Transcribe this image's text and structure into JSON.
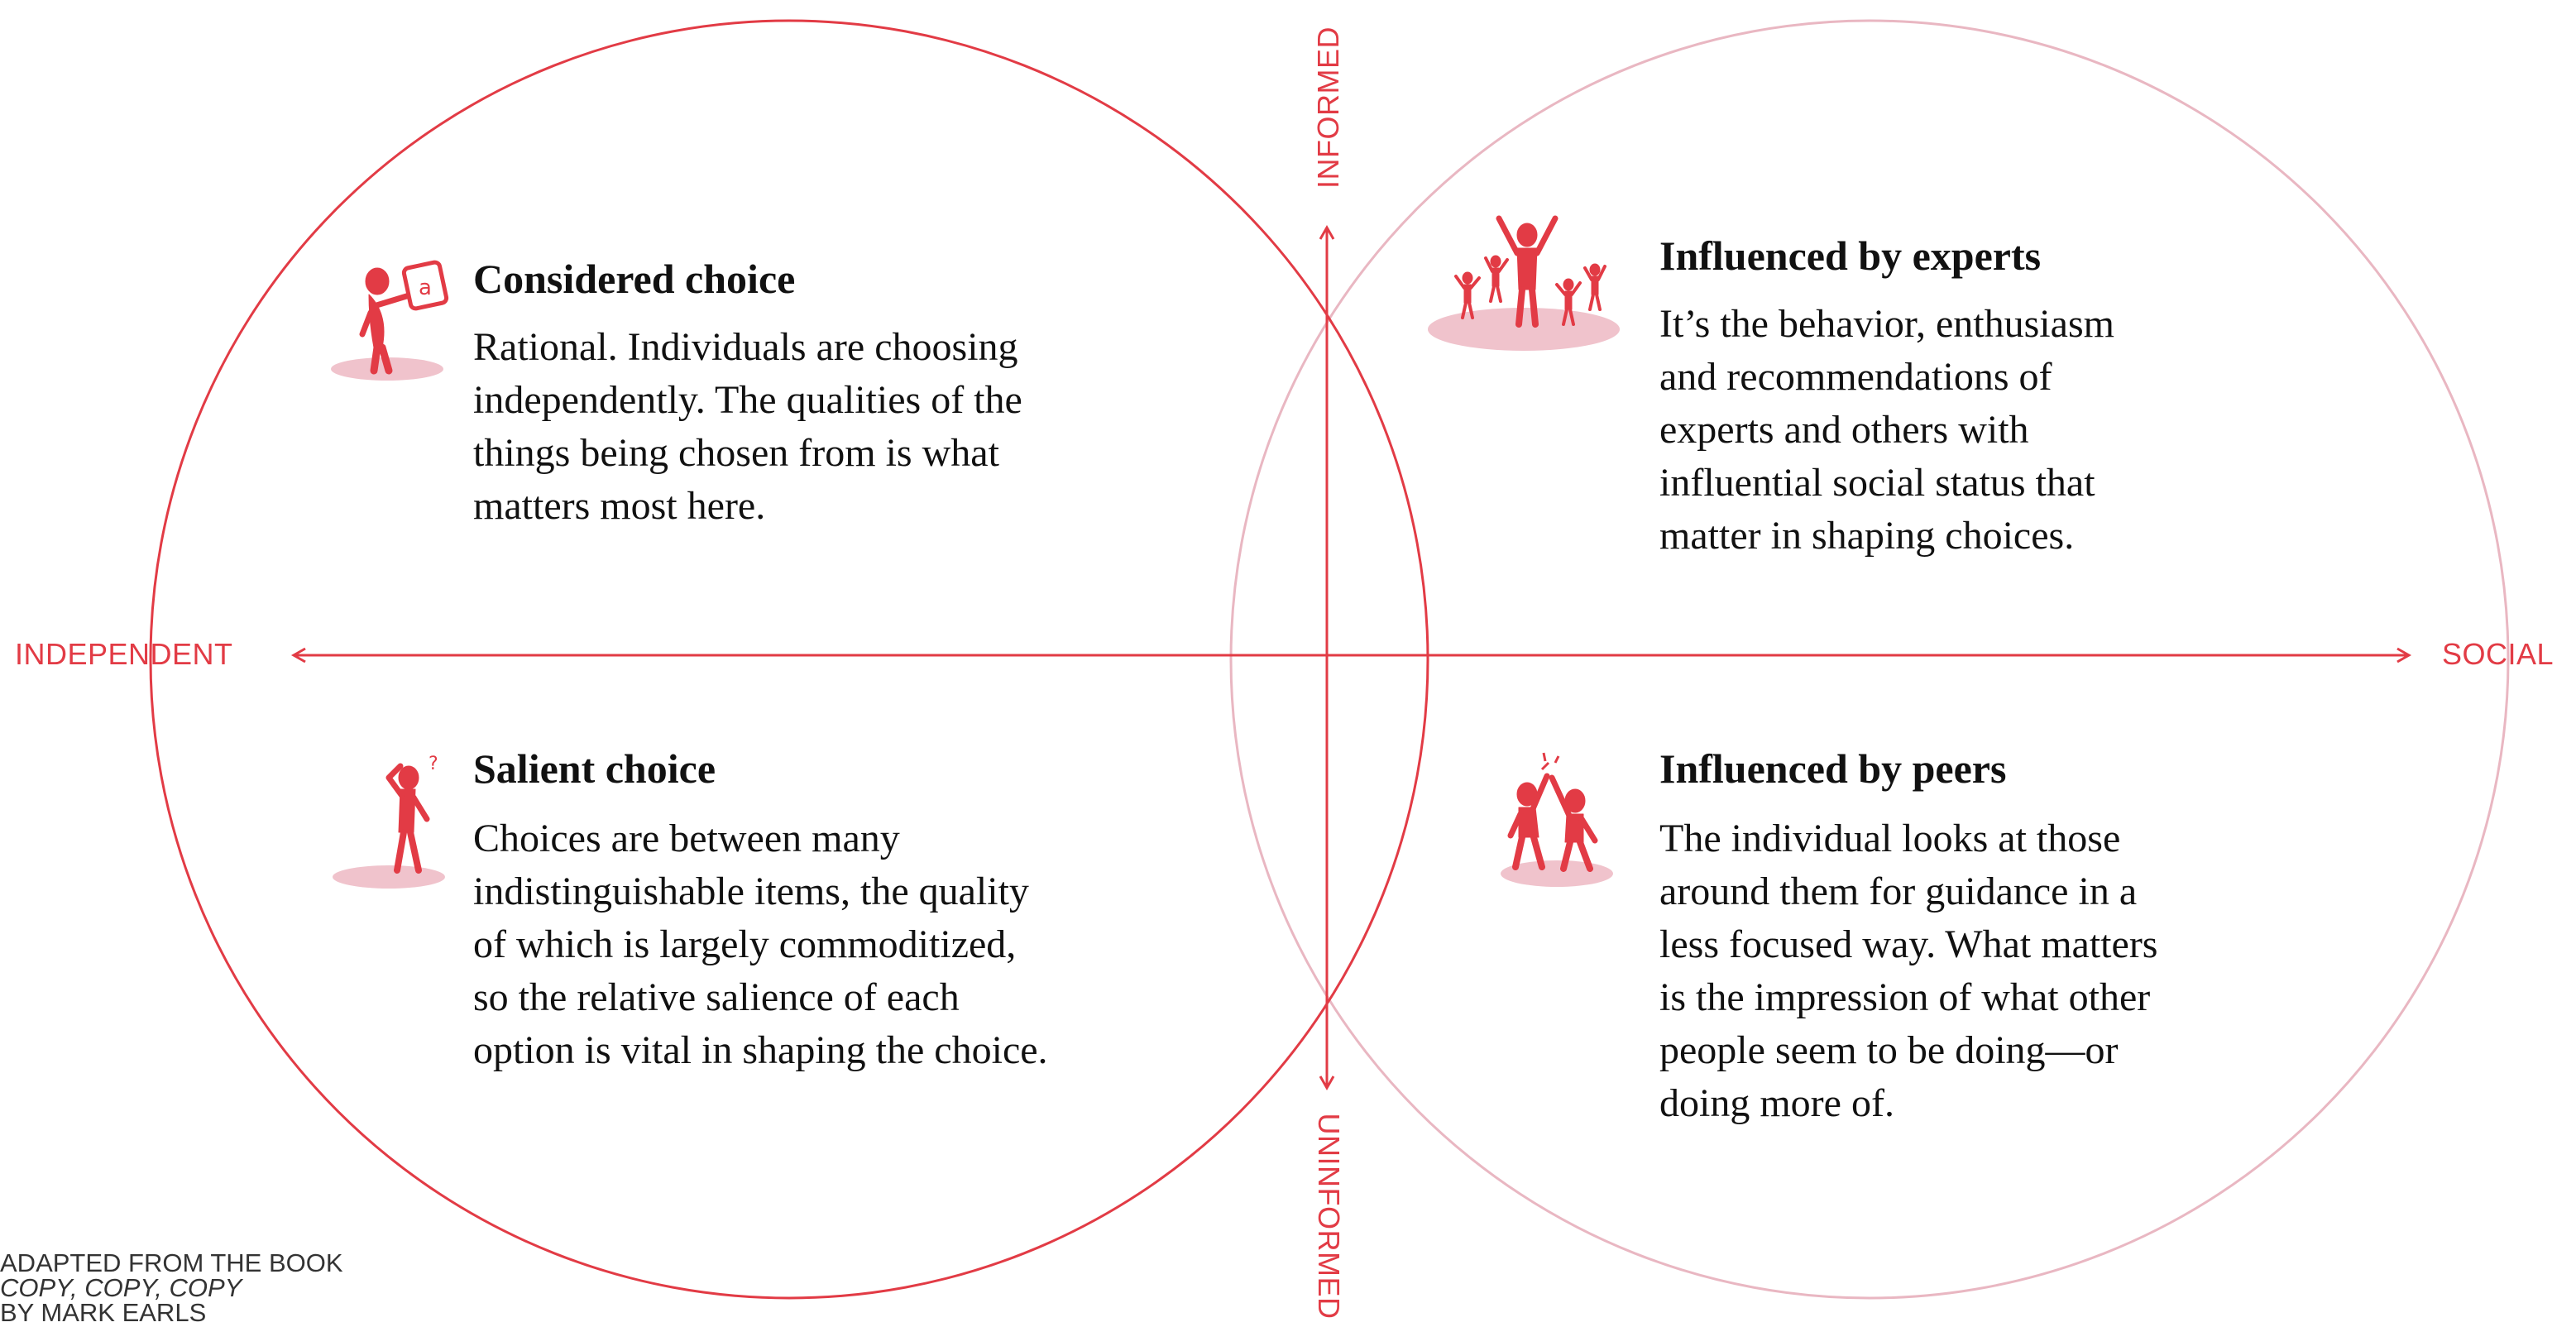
{
  "axes": {
    "left": "INDEPENDENT",
    "right": "SOCIAL",
    "top": "INFORMED",
    "bottom": "UNINFORMED"
  },
  "quadrants": [
    {
      "title": "Considered choice",
      "body": "Rational. Individuals are choosing\nindependently. The qualities of the\nthings being chosen from is what\nmatters most here.",
      "icon": "thinking-person-with-sign-icon"
    },
    {
      "title": "Influenced by experts",
      "body": "It’s the behavior, enthusiasm\nand recommendations of\nexperts and others with\ninfluential social status that\nmatter in shaping choices.",
      "icon": "expert-with-crowd-icon"
    },
    {
      "title": "Salient choice",
      "body": "Choices are between many\nindistinguishable items, the quality\nof which is largely commoditized,\nso the relative salience of each\noption is vital in shaping the choice.",
      "icon": "confused-person-icon"
    },
    {
      "title": "Influenced by peers",
      "body": "The individual looks at those\naround them for guidance in a\nless focused way. What matters\nis the impression of what other\npeople seem to be doing—or\ndoing more of.",
      "icon": "peers-high-five-icon"
    }
  ],
  "credit": {
    "line1": "ADAPTED FROM THE BOOK",
    "line2": "COPY, COPY, COPY",
    "line3": "BY MARK EARLS"
  },
  "colors": {
    "accent": "#e23b45",
    "right_circle": "#e9b7c2",
    "shadow": "#f0c3cc",
    "text": "#111111"
  }
}
